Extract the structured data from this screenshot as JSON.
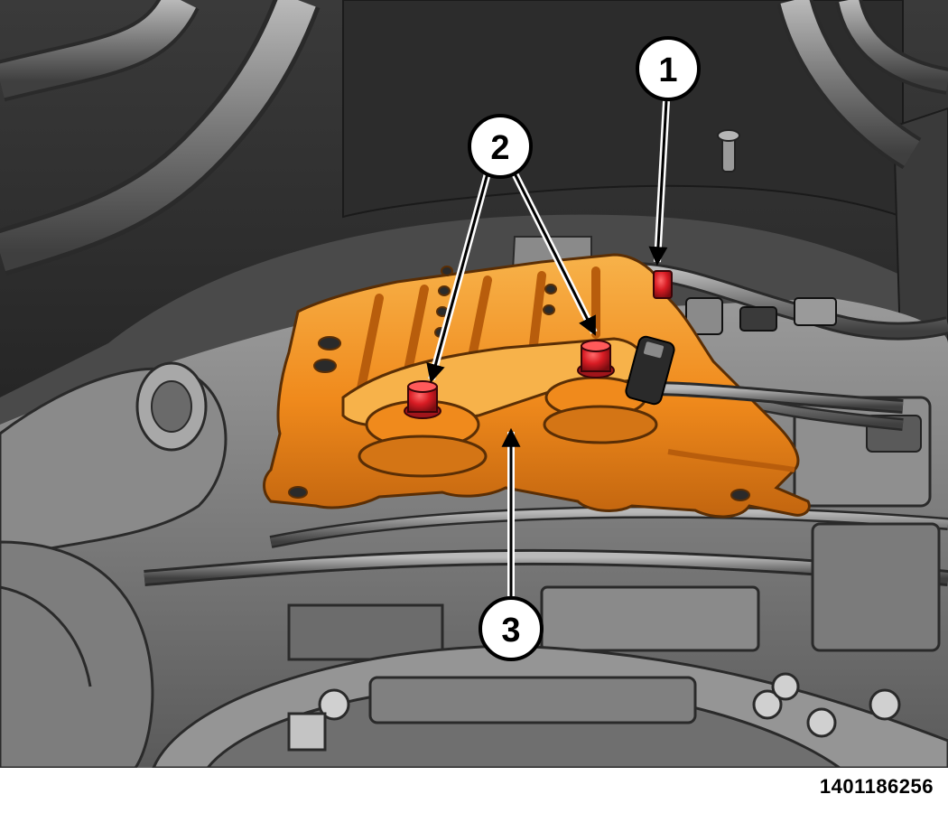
{
  "figure": {
    "id_number": "1401186256"
  },
  "callouts": [
    {
      "label": "1",
      "part": "red bolt"
    },
    {
      "label": "2",
      "part": "red bolts (x2)"
    },
    {
      "label": "3",
      "part": "orange cover"
    }
  ],
  "colors": {
    "orange_cover": "#f08a1c",
    "orange_highlight": "#f7b24a",
    "orange_shadow": "#b85d0c",
    "bolt_red": "#d81c24",
    "engine_gray": "#8c8c8c",
    "engine_dark": "#3c3c3c",
    "background_dark": "#2f2f2f"
  }
}
